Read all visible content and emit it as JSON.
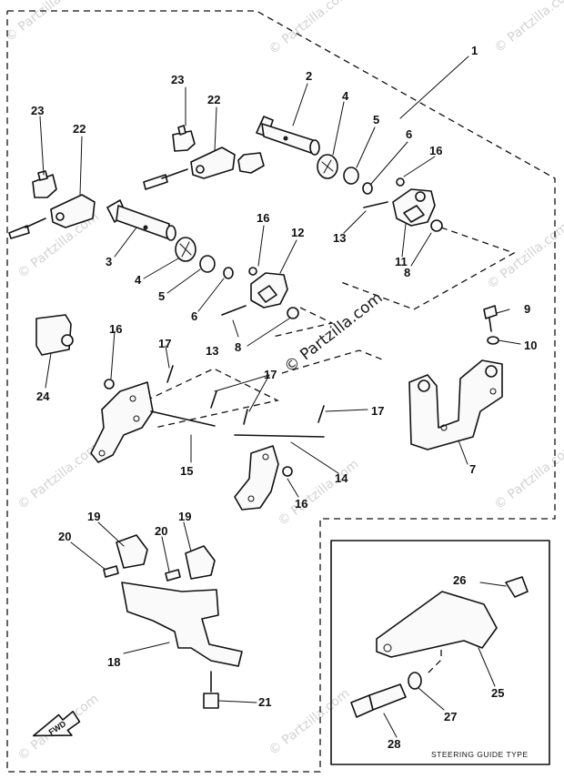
{
  "watermark": "© Partzilla.com",
  "inset_caption": "STEERING GUIDE  TYPE",
  "fwd_label": "FWD",
  "callouts": {
    "p1": "1",
    "p2": "2",
    "p3": "3",
    "p4a": "4",
    "p4b": "4",
    "p5a": "5",
    "p5b": "5",
    "p6a": "6",
    "p6b": "6",
    "p7": "7",
    "p8a": "8",
    "p8b": "8",
    "p9": "9",
    "p10": "10",
    "p11": "11",
    "p12": "12",
    "p13a": "13",
    "p13b": "13",
    "p14": "14",
    "p15": "15",
    "p16a": "16",
    "p16b": "16",
    "p16c": "16",
    "p16d": "16",
    "p17a": "17",
    "p17b": "17",
    "p17c": "17",
    "p18": "18",
    "p19a": "19",
    "p19b": "19",
    "p20a": "20",
    "p20b": "20",
    "p21": "21",
    "p22a": "22",
    "p22b": "22",
    "p23a": "23",
    "p23b": "23",
    "p24": "24",
    "p25": "25",
    "p26": "26",
    "p27": "27",
    "p28": "28"
  }
}
